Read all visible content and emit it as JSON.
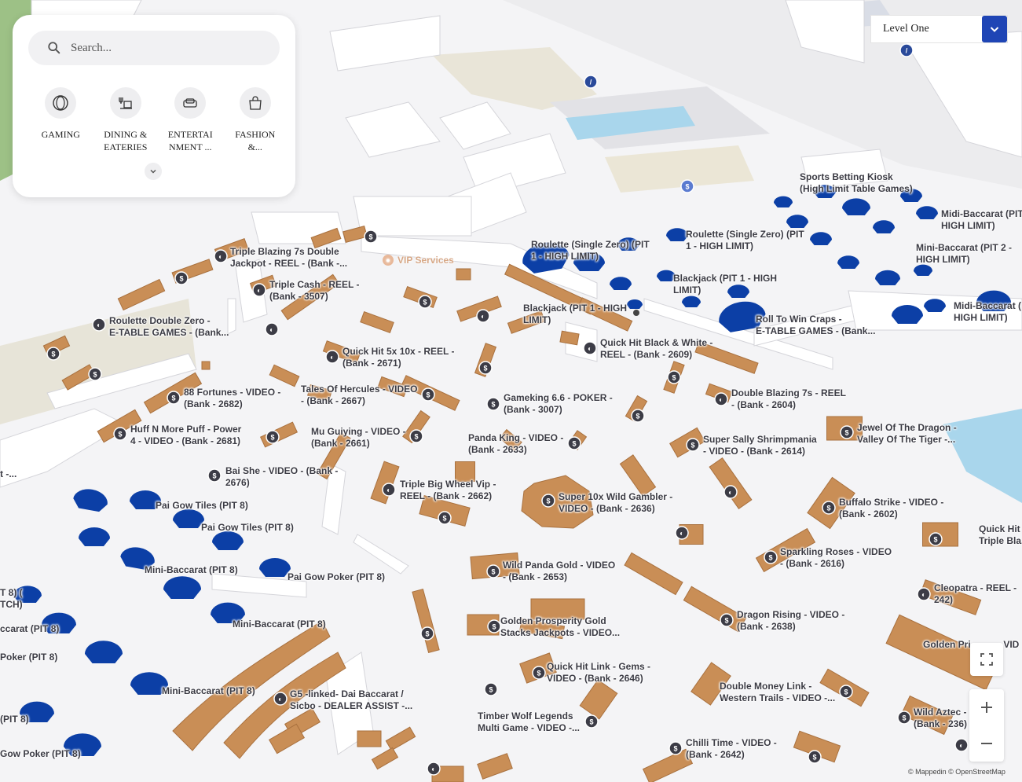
{
  "search": {
    "placeholder": "Search..."
  },
  "categories": [
    {
      "label": "GAMING",
      "icon": "chip-icon"
    },
    {
      "label": "DINING &\nEATERIES",
      "icon": "dining-icon"
    },
    {
      "label": "ENTERTAI\nNMENT ...",
      "icon": "sofa-icon"
    },
    {
      "label": "FASHION\n&...",
      "icon": "shopping-bag-icon"
    }
  ],
  "level": {
    "label": "Level One"
  },
  "vip": "VIP Services",
  "attribution": "© Mappedin © OpenStreetMap",
  "colors": {
    "floor": "#f3f3f5",
    "wall": "#ffffff",
    "slot_bank": "#c98e56",
    "table_game": "#0c3fa6",
    "pin": "#3c3c46",
    "water": "#a9d6ec",
    "grass": "#9dc186",
    "accent": "#1f45b5"
  },
  "labels": [
    {
      "id": "sports-kiosk",
      "text": "Sports Betting Kiosk\n(High Limit Table Games)"
    },
    {
      "id": "midi-baccarat-pit",
      "text": "Midi-Baccarat (PIT\nHIGH LIMIT)"
    },
    {
      "id": "mini-baccarat-pit2",
      "text": "Mini-Baccarat (PIT 2 -\nHIGH LIMIT)"
    },
    {
      "id": "midi-baccarat-2",
      "text": "Midi-Baccarat (\nHIGH LIMIT)"
    },
    {
      "id": "roulette-single-1",
      "text": "Roulette (Single Zero) (PIT\n1 - HIGH LIMIT)"
    },
    {
      "id": "roulette-single-2",
      "text": "Roulette (Single Zero) (PIT\n1 - HIGH LIMIT)"
    },
    {
      "id": "blackjack-1",
      "text": "Blackjack (PIT 1 - HIGH\nLIMIT)"
    },
    {
      "id": "blackjack-2",
      "text": "Blackjack (PIT 1 - HIGH\nLIMIT)"
    },
    {
      "id": "roll-to-win",
      "text": "Roll To Win Craps -\nE-TABLE GAMES - (Bank..."
    },
    {
      "id": "triple-blazing",
      "text": "Triple Blazing 7s Double\nJackpot - REEL - (Bank -..."
    },
    {
      "id": "triple-cash",
      "text": "Triple Cash - REEL -\n(Bank - 3507)"
    },
    {
      "id": "roulette-double-zero",
      "text": "Roulette Double Zero -\nE-TABLE GAMES - (Bank..."
    },
    {
      "id": "quick-hit-5x",
      "text": "Quick Hit 5x 10x - REEL -\n(Bank - 2671)"
    },
    {
      "id": "quick-hit-bw",
      "text": "Quick Hit Black & White -\nREEL - (Bank - 2609)"
    },
    {
      "id": "88-fortunes",
      "text": "88 Fortunes - VIDEO -\n(Bank - 2682)"
    },
    {
      "id": "tales-hercules",
      "text": "Tales Of Hercules - VIDEO\n- (Bank - 2667)"
    },
    {
      "id": "gameking",
      "text": "Gameking 6.6 - POKER -\n(Bank - 3007)"
    },
    {
      "id": "double-blazing",
      "text": "Double Blazing 7s - REEL\n- (Bank - 2604)"
    },
    {
      "id": "huff-n-puff",
      "text": "Huff N More Puff - Power\n4 - VIDEO - (Bank - 2681)"
    },
    {
      "id": "mu-guiying",
      "text": "Mu Guiying - VIDEO -\n(Bank - 2661)"
    },
    {
      "id": "panda-king",
      "text": "Panda King - VIDEO -\n(Bank - 2633)"
    },
    {
      "id": "super-sally",
      "text": "Super Sally Shrimpmania\n- VIDEO - (Bank - 2614)"
    },
    {
      "id": "jewel-dragon",
      "text": "Jewel Of The Dragon -\nValley Of The Tiger -..."
    },
    {
      "id": "bai-she",
      "text": "Bai She - VIDEO - (Bank -\n2676)"
    },
    {
      "id": "triple-big-wheel",
      "text": "Triple Big Wheel Vip -\nREEL - (Bank - 2662)"
    },
    {
      "id": "super-10x",
      "text": "Super 10x Wild Gambler -\nVIDEO - (Bank - 2636)"
    },
    {
      "id": "buffalo-strike",
      "text": "Buffalo Strike - VIDEO -\n(Bank - 2602)"
    },
    {
      "id": "quick-hit-triple",
      "text": "Quick Hit\nTriple Bla..."
    },
    {
      "id": "pai-gow-tiles-1",
      "text": "Pai Gow Tiles (PIT 8)"
    },
    {
      "id": "pai-gow-tiles-2",
      "text": "Pai Gow Tiles (PIT 8)"
    },
    {
      "id": "sparkling-roses",
      "text": "Sparkling Roses - VIDEO\n- (Bank - 2616)"
    },
    {
      "id": "mini-baccarat-8a",
      "text": "Mini-Baccarat (PIT 8)"
    },
    {
      "id": "pai-gow-poker-1",
      "text": "Pai Gow Poker (PIT 8)"
    },
    {
      "id": "wild-panda",
      "text": "Wild Panda Gold - VIDEO\n- (Bank - 2653)"
    },
    {
      "id": "cleopatra",
      "text": "Cleopatra - REEL -\n242)"
    },
    {
      "id": "pit8-edge",
      "text": "T 8) (\nTCH)"
    },
    {
      "id": "baccarat-edge",
      "text": "ccarat (PIT 8)"
    },
    {
      "id": "mini-baccarat-8b",
      "text": "Mini-Baccarat (PIT 8)"
    },
    {
      "id": "dragon-rising",
      "text": "Dragon Rising - VIDEO -\n(Bank - 2638)"
    },
    {
      "id": "golden-prosperity",
      "text": "Golden Prosperity Gold\nStacks Jackpots - VIDEO..."
    },
    {
      "id": "golden-princess",
      "text": "Golden Pri"
    },
    {
      "id": "vid-edge",
      "text": "- VID"
    },
    {
      "id": "poker-edge",
      "text": "Poker (PIT 8)"
    },
    {
      "id": "quick-hit-link",
      "text": "Quick Hit Link - Gems -\nVIDEO - (Bank - 2646)"
    },
    {
      "id": "mini-baccarat-8c",
      "text": "Mini-Baccarat (PIT 8)"
    },
    {
      "id": "g5-linked",
      "text": "G5 -linked- Dai Baccarat /\nSicbo - DEALER ASSIST -..."
    },
    {
      "id": "double-money",
      "text": "Double Money Link -\nWestern Trails - VIDEO -..."
    },
    {
      "id": "pit8-edge-2",
      "text": "(PIT 8)"
    },
    {
      "id": "timber-wolf",
      "text": "Timber Wolf Legends\nMulti Game - VIDEO -..."
    },
    {
      "id": "wild-aztec",
      "text": "Wild Aztec -\n(Bank - 236)"
    },
    {
      "id": "gow-poker-edge",
      "text": "Gow Poker (PIT 8)"
    },
    {
      "id": "chilli-time",
      "text": "Chilli Time - VIDEO -\n(Bank - 2642)"
    },
    {
      "id": "edge-dash",
      "text": "t -..."
    }
  ]
}
